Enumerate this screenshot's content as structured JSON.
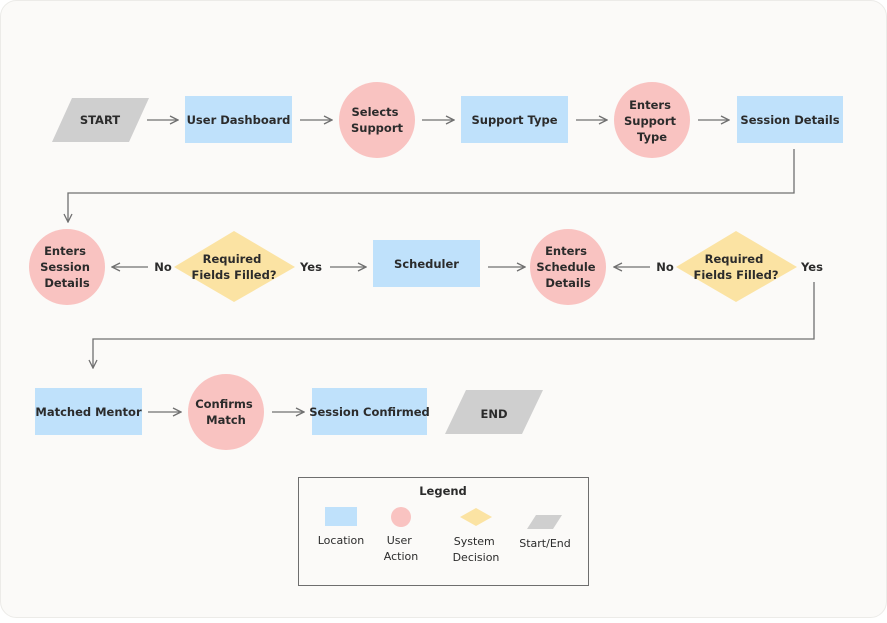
{
  "colors": {
    "background": "#fbfaf8",
    "location": "#bfe1fb",
    "user_action": "#f9c3c1",
    "system_decision": "#fbe3a3",
    "start_end": "#cfcfcf",
    "connector": "#707070",
    "text": "#2b2b2b"
  },
  "nodes": {
    "start": "START",
    "user_dashboard": "User Dashboard",
    "selects_support": [
      "Selects",
      "Support"
    ],
    "support_type": "Support Type",
    "enters_support_type": [
      "Enters",
      "Support",
      "Type"
    ],
    "session_details": "Session Details",
    "enters_session_details": [
      "Enters",
      "Session",
      "Details"
    ],
    "decision_1": [
      "Required",
      "Fields Filled?"
    ],
    "scheduler": "Scheduler",
    "enters_schedule_details": [
      "Enters",
      "Schedule",
      "Details"
    ],
    "decision_2": [
      "Required",
      "Fields Filled?"
    ],
    "matched_mentor": "Matched Mentor",
    "confirms_match": [
      "Confirms",
      "Match"
    ],
    "session_confirmed": "Session Confirmed",
    "end": "END"
  },
  "edge_labels": {
    "d1_no": "No",
    "d1_yes": "Yes",
    "d2_no": "No",
    "d2_yes": "Yes"
  },
  "legend": {
    "title": "Legend",
    "items": [
      {
        "shape": "rectangle",
        "label": [
          "Location"
        ]
      },
      {
        "shape": "circle",
        "label": [
          "User",
          "Action"
        ]
      },
      {
        "shape": "diamond",
        "label": [
          "System",
          "Decision"
        ]
      },
      {
        "shape": "parallelogram",
        "label": [
          "Start/End"
        ]
      }
    ]
  }
}
